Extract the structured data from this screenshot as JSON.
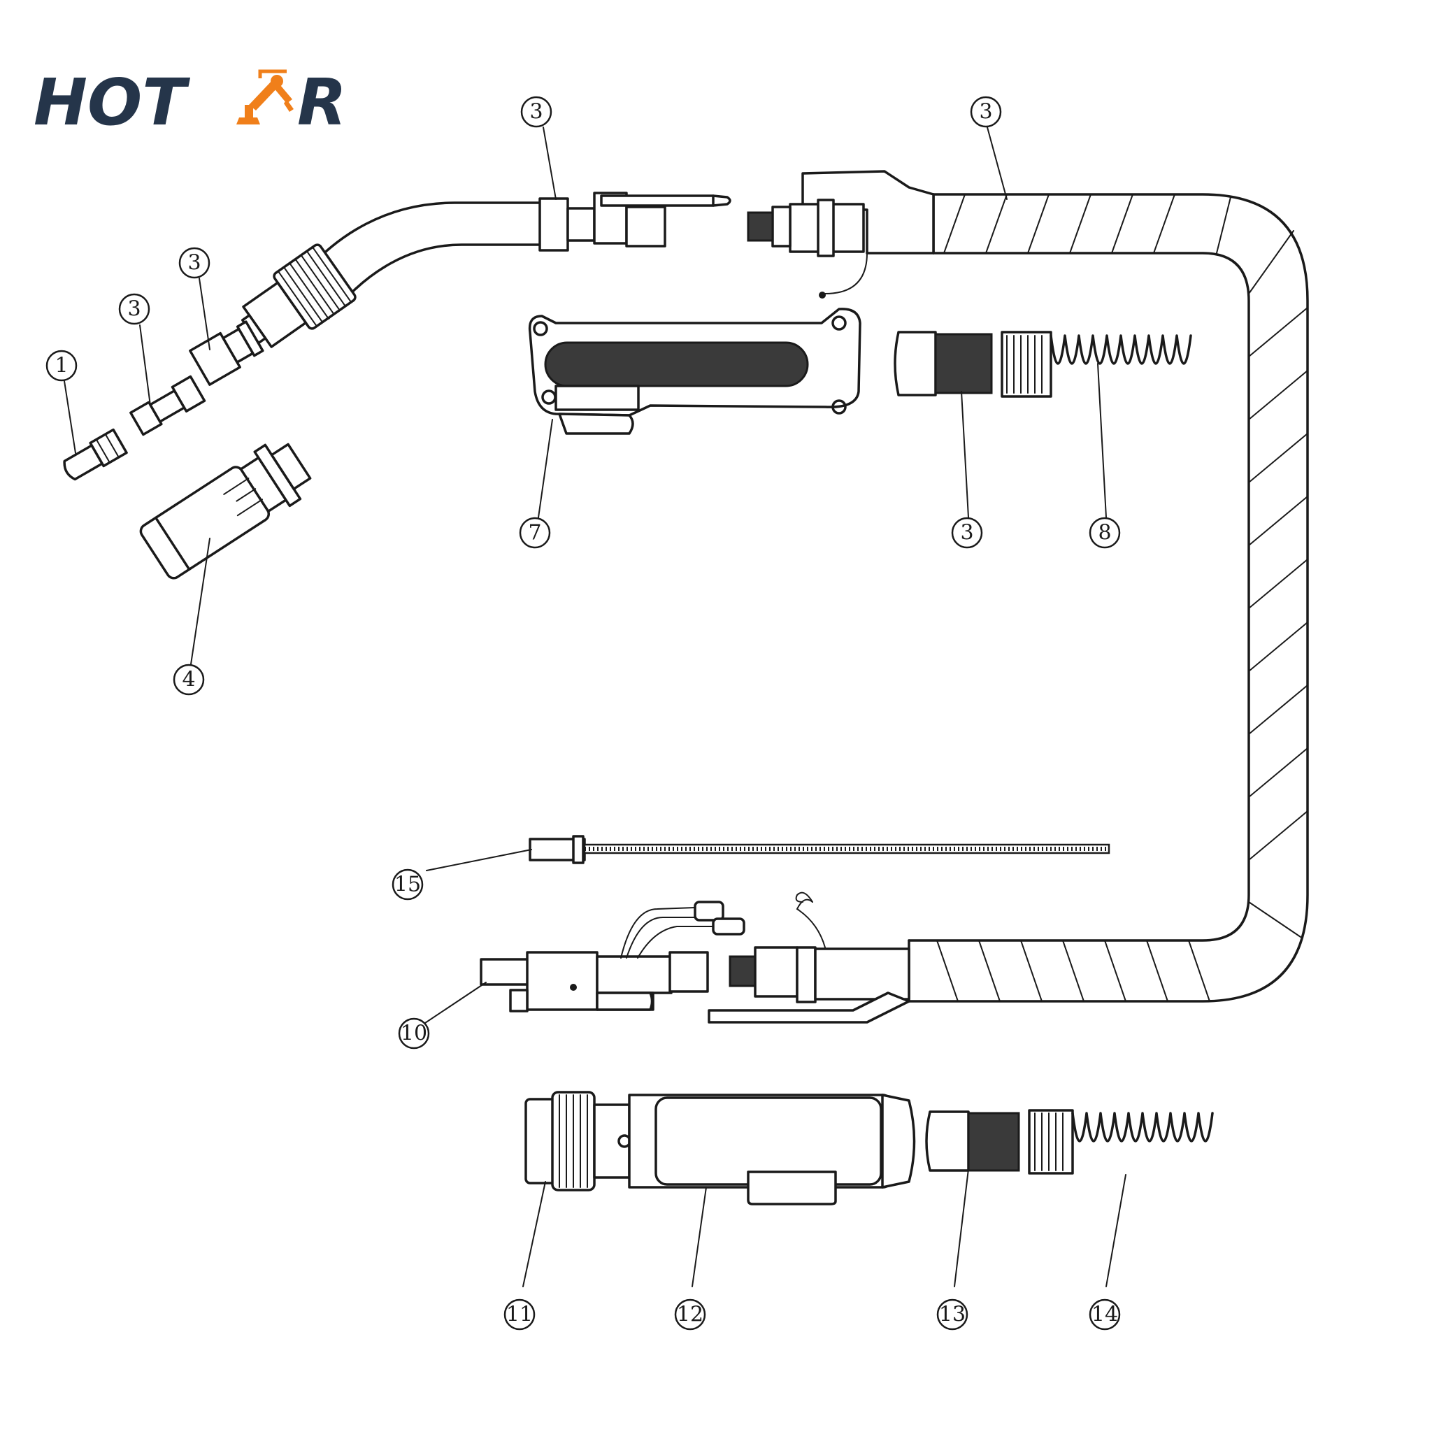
{
  "brand": {
    "logo_text_left": "HOT",
    "logo_text_right": "R",
    "colors": {
      "navy": "#25354a",
      "orange": "#f07f1a"
    },
    "icon": "robot-arm-icon"
  },
  "callouts": [
    {
      "id": "c1",
      "label": "1"
    },
    {
      "id": "c2",
      "label": "3"
    },
    {
      "id": "c3",
      "label": "3"
    },
    {
      "id": "c4",
      "label": "4"
    },
    {
      "id": "c5",
      "label": "3"
    },
    {
      "id": "c6",
      "label": "3"
    },
    {
      "id": "c7",
      "label": "7"
    },
    {
      "id": "c8",
      "label": "3"
    },
    {
      "id": "c9",
      "label": "8"
    },
    {
      "id": "c10",
      "label": "10"
    },
    {
      "id": "c11",
      "label": "11"
    },
    {
      "id": "c12",
      "label": "12"
    },
    {
      "id": "c13",
      "label": "13"
    },
    {
      "id": "c14",
      "label": "14"
    },
    {
      "id": "c15",
      "label": "15"
    }
  ]
}
